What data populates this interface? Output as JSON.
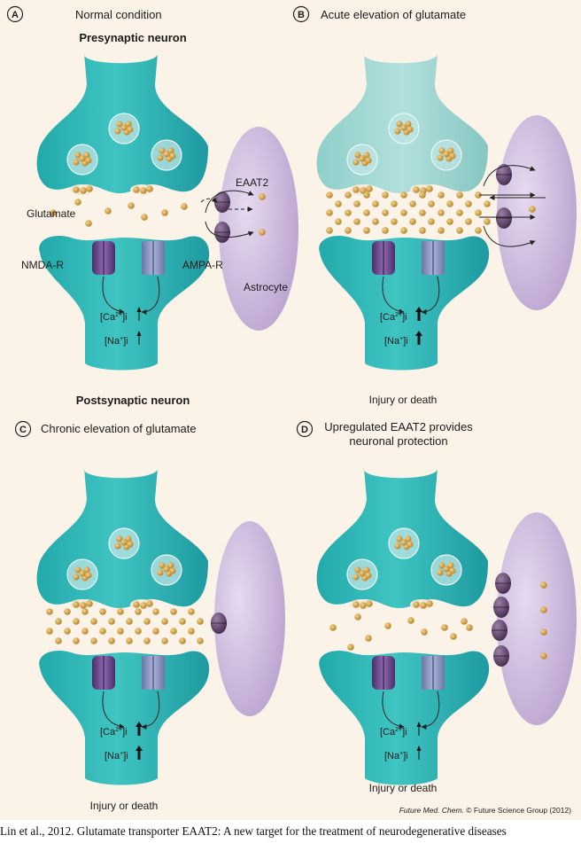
{
  "panels": {
    "a": {
      "letter": "A",
      "title": "Normal condition"
    },
    "b": {
      "letter": "B",
      "title": "Acute elevation of glutamate"
    },
    "c": {
      "letter": "C",
      "title": "Chronic elevation of glutamate"
    },
    "d": {
      "letter": "D",
      "title_line1": "Upregulated EAAT2 provides",
      "title_line2": "neuronal protection"
    }
  },
  "labels": {
    "presynaptic": "Presynaptic neuron",
    "postsynaptic": "Postsynaptic neuron",
    "glutamate": "Glutamate",
    "eaat2": "EAAT2",
    "nmda": "NMDA-R",
    "ampa": "AMPA-R",
    "astrocyte": "Astrocyte",
    "ca_base": "[Ca",
    "ca_sup": "2+",
    "ca_end": "]i",
    "na_base": "[Na",
    "na_sup": "+",
    "na_end": "]i",
    "injury": "Injury or death"
  },
  "credit": {
    "journal": "Future Med. Chem.",
    "rest": " © Future Science Group (2012)"
  },
  "caption": "Lin et al., 2012. Glutamate transporter EAAT2: A new target for the treatment of neurodegenerative diseases",
  "colors": {
    "background": "#fbf3e8",
    "neuron": "#35bcbc",
    "neuron_faded": "#9fd6d2",
    "astrocyte": "#c2a9d4",
    "glutamate": "#d6a040",
    "transporter": "#5f4268",
    "nmda_receptor": "#6f4e8e",
    "ampa_receptor": "#8a95c0"
  }
}
